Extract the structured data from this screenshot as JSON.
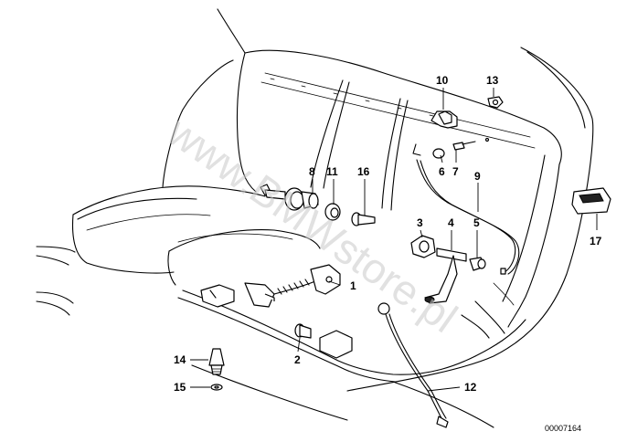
{
  "diagram": {
    "watermark": "www.BMWstore.pl",
    "reference_number": "00007164",
    "callouts": [
      {
        "id": "1",
        "label": "1"
      },
      {
        "id": "2",
        "label": "2"
      },
      {
        "id": "3",
        "label": "3"
      },
      {
        "id": "4",
        "label": "4"
      },
      {
        "id": "5",
        "label": "5"
      },
      {
        "id": "6",
        "label": "6"
      },
      {
        "id": "7",
        "label": "7"
      },
      {
        "id": "8",
        "label": "8"
      },
      {
        "id": "9",
        "label": "9"
      },
      {
        "id": "10",
        "label": "10"
      },
      {
        "id": "11",
        "label": "11"
      },
      {
        "id": "12",
        "label": "12"
      },
      {
        "id": "13",
        "label": "13"
      },
      {
        "id": "14",
        "label": "14"
      },
      {
        "id": "15",
        "label": "15"
      },
      {
        "id": "16",
        "label": "16"
      },
      {
        "id": "17",
        "label": "17"
      }
    ]
  }
}
